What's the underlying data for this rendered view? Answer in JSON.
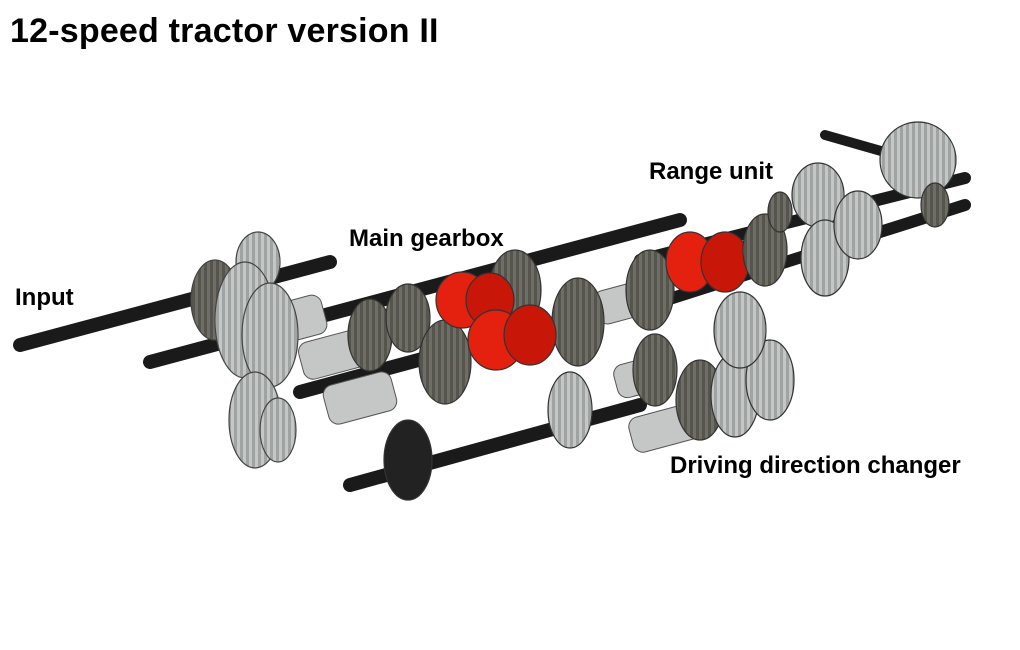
{
  "title": "12-speed tractor version II",
  "labels": {
    "input": "Input",
    "main_gearbox": "Main gearbox",
    "range_unit": "Range unit",
    "driving_direction_changer": "Driving direction changer"
  },
  "colors": {
    "axle": "#1a1a1a",
    "gear_light": "#c4c7c6",
    "gear_dark": "#6f6e66",
    "clutch_red": "#e4200f",
    "black_gear": "#222222"
  }
}
